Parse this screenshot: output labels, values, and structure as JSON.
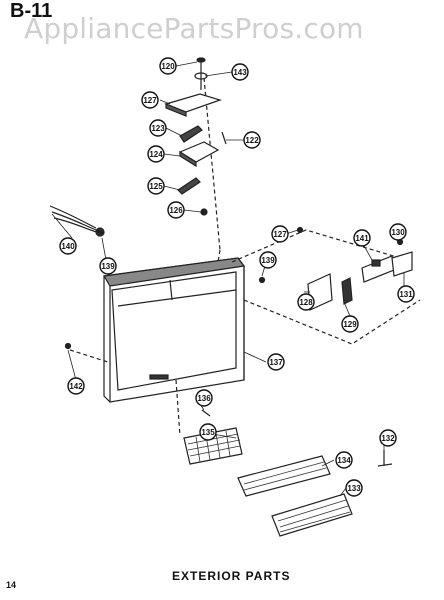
{
  "header": {
    "page_id": "B-11",
    "watermark": "AppliancePartsPros.com"
  },
  "footer": {
    "page_number": "14",
    "caption": "EXTERIOR  PARTS"
  },
  "callouts": [
    {
      "id": "c120",
      "label": "120"
    },
    {
      "id": "c143",
      "label": "143"
    },
    {
      "id": "c127a",
      "label": "127"
    },
    {
      "id": "c123",
      "label": "123"
    },
    {
      "id": "c122",
      "label": "122"
    },
    {
      "id": "c124",
      "label": "124"
    },
    {
      "id": "c125",
      "label": "125"
    },
    {
      "id": "c126",
      "label": "126"
    },
    {
      "id": "c140",
      "label": "140"
    },
    {
      "id": "c139a",
      "label": "139"
    },
    {
      "id": "c139b",
      "label": "139"
    },
    {
      "id": "c127b",
      "label": "127"
    },
    {
      "id": "c141",
      "label": "141"
    },
    {
      "id": "c130",
      "label": "130"
    },
    {
      "id": "c128",
      "label": "128"
    },
    {
      "id": "c129",
      "label": "129"
    },
    {
      "id": "c131",
      "label": "131"
    },
    {
      "id": "c137",
      "label": "137"
    },
    {
      "id": "c142",
      "label": "142"
    },
    {
      "id": "c136",
      "label": "136"
    },
    {
      "id": "c135",
      "label": "135"
    },
    {
      "id": "c134",
      "label": "134"
    },
    {
      "id": "c132",
      "label": "132"
    },
    {
      "id": "c133",
      "label": "133"
    }
  ]
}
